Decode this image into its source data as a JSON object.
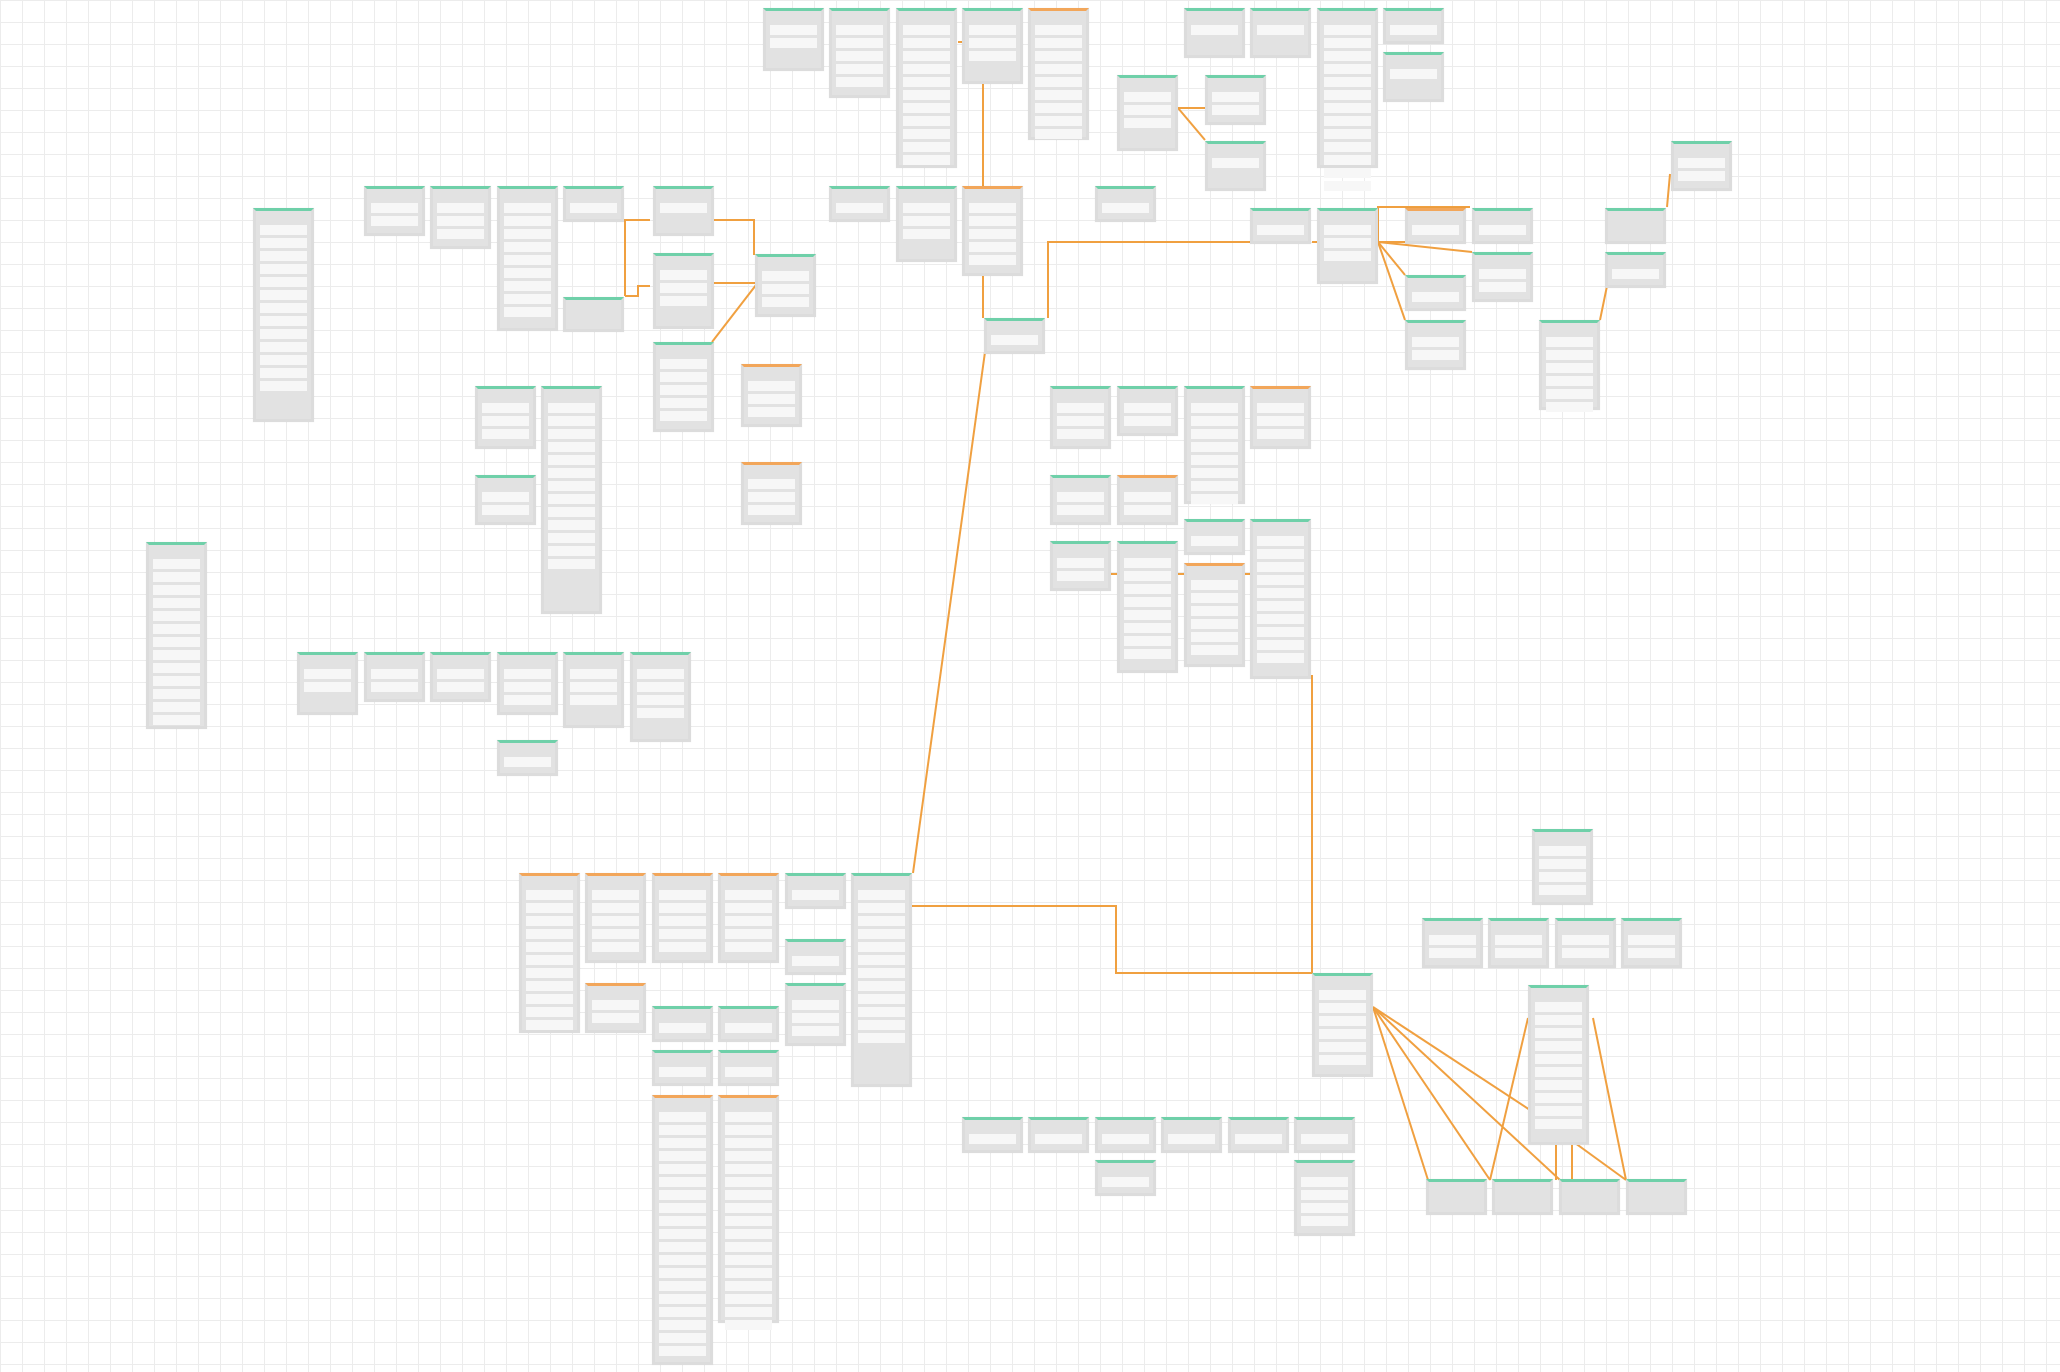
{
  "diagram": {
    "type": "entity-relationship",
    "colors": {
      "canvas": "#ffffff",
      "grid": "#ececec",
      "table_body": "#e2e2e2",
      "table_row": "#f7f7f7",
      "table_header_accent": "#6fd0a9",
      "table_header_accent_alt": "#f2a65a",
      "relationship_line": "#f0a040"
    },
    "tables": [
      {
        "id": "t1",
        "rows": 2
      },
      {
        "id": "t2",
        "rows": 5
      },
      {
        "id": "t3",
        "rows": 11
      },
      {
        "id": "t4",
        "rows": 3
      },
      {
        "id": "t5",
        "rows": 9
      },
      {
        "id": "t6",
        "rows": 1
      },
      {
        "id": "t7",
        "rows": 1
      },
      {
        "id": "t8",
        "rows": 13
      },
      {
        "id": "t9",
        "rows": 1
      },
      {
        "id": "t10",
        "rows": 1
      },
      {
        "id": "t11",
        "rows": 3
      },
      {
        "id": "t12",
        "rows": 2
      },
      {
        "id": "t13",
        "rows": 1
      },
      {
        "id": "t14",
        "rows": 5
      },
      {
        "id": "t15",
        "rows": 6
      },
      {
        "id": "t16",
        "rows": 1
      },
      {
        "id": "t17",
        "rows": 2
      },
      {
        "id": "t18",
        "rows": 1
      },
      {
        "id": "t19",
        "rows": 3
      },
      {
        "id": "t20",
        "rows": 8
      },
      {
        "id": "t21",
        "rows": 1
      },
      {
        "id": "t22",
        "rows": 0
      },
      {
        "id": "t23",
        "rows": 1
      },
      {
        "id": "t24",
        "rows": 4
      },
      {
        "id": "t25",
        "rows": 5
      },
      {
        "id": "t26",
        "rows": 3
      },
      {
        "id": "t27",
        "rows": 3
      },
      {
        "id": "t28",
        "rows": 3
      },
      {
        "id": "t29",
        "rows": 3
      },
      {
        "id": "t30",
        "rows": 1
      },
      {
        "id": "t31",
        "rows": 13
      },
      {
        "id": "t32",
        "rows": 3
      },
      {
        "id": "t33",
        "rows": 3
      },
      {
        "id": "t34",
        "rows": 2
      },
      {
        "id": "t35",
        "rows": 3
      },
      {
        "id": "t36",
        "rows": 1
      },
      {
        "id": "t37",
        "rows": 1
      },
      {
        "id": "t38",
        "rows": 2
      },
      {
        "id": "t39",
        "rows": 1
      },
      {
        "id": "t40",
        "rows": 1
      },
      {
        "id": "t41",
        "rows": 1
      },
      {
        "id": "t42",
        "rows": 3
      },
      {
        "id": "t43",
        "rows": 3
      },
      {
        "id": "t44",
        "rows": 2
      },
      {
        "id": "t45",
        "rows": 2
      },
      {
        "id": "t46",
        "rows": 2
      },
      {
        "id": "t47",
        "rows": 0
      },
      {
        "id": "t48",
        "rows": 1
      },
      {
        "id": "t49",
        "rows": 6
      },
      {
        "id": "t50",
        "rows": 1
      },
      {
        "id": "t51",
        "rows": 3
      },
      {
        "id": "t52",
        "rows": 2
      },
      {
        "id": "t53",
        "rows": 3
      },
      {
        "id": "t54",
        "rows": 3
      },
      {
        "id": "t55",
        "rows": 3
      },
      {
        "id": "t56",
        "rows": 8
      },
      {
        "id": "t57",
        "rows": 2
      },
      {
        "id": "t58",
        "rows": 2
      },
      {
        "id": "t59",
        "rows": 1
      },
      {
        "id": "t60",
        "rows": 10
      },
      {
        "id": "t61",
        "rows": 2
      },
      {
        "id": "t62",
        "rows": 9
      },
      {
        "id": "t63",
        "rows": 1
      },
      {
        "id": "t64",
        "rows": 7
      },
      {
        "id": "t65",
        "rows": 11
      },
      {
        "id": "t66",
        "rows": 6
      },
      {
        "id": "t67",
        "rows": 10
      },
      {
        "id": "t68",
        "rows": 1
      },
      {
        "id": "t69",
        "rows": 2
      },
      {
        "id": "t70",
        "rows": 2
      },
      {
        "id": "t71",
        "rows": 2
      },
      {
        "id": "t72",
        "rows": 3
      },
      {
        "id": "t73",
        "rows": 4
      },
      {
        "id": "t74",
        "rows": 1
      },
      {
        "id": "t75",
        "rows": 1
      },
      {
        "id": "t76",
        "rows": 11
      },
      {
        "id": "t77",
        "rows": 1
      },
      {
        "id": "t78",
        "rows": 1
      },
      {
        "id": "t79",
        "rows": 1
      },
      {
        "id": "t80",
        "rows": 1
      },
      {
        "id": "t81",
        "rows": 1
      },
      {
        "id": "t82",
        "rows": 1
      },
      {
        "id": "t83",
        "rows": 1
      },
      {
        "id": "t84",
        "rows": 4
      },
      {
        "id": "t85",
        "rows": 2
      },
      {
        "id": "t86",
        "rows": 2
      },
      {
        "id": "t87",
        "rows": 2
      },
      {
        "id": "t88",
        "rows": 2
      },
      {
        "id": "t89",
        "rows": 6
      },
      {
        "id": "t90",
        "rows": 10
      },
      {
        "id": "t91",
        "rows": 0
      },
      {
        "id": "t92",
        "rows": 0
      },
      {
        "id": "t93",
        "rows": 0
      },
      {
        "id": "t94",
        "rows": 0
      },
      {
        "id": "t95",
        "rows": 19
      },
      {
        "id": "t96",
        "rows": 17
      },
      {
        "id": "t97",
        "rows": 2
      },
      {
        "id": "t98",
        "rows": 2
      }
    ]
  }
}
